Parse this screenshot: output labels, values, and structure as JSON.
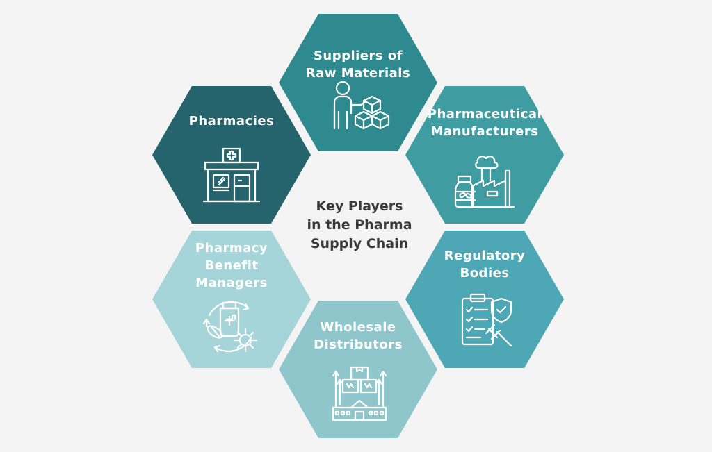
{
  "title_lines": [
    "Key Players",
    "in the Pharma",
    "Supply Chain"
  ],
  "colors": {
    "background": "#f4f4f4",
    "title_text": "#3a3a3a",
    "label_text": "#ffffff",
    "icon_stroke": "#ffffff",
    "suppliers": "#2e8a8f",
    "manufacturers": "#3f9da2",
    "regulatory": "#4ea7b5",
    "wholesale": "#8ec6cc",
    "pbm": "#a6d5d9",
    "pharmacies": "#25646d"
  },
  "nodes": [
    {
      "id": "suppliers",
      "label_lines": [
        "Suppliers of",
        "Raw Materials"
      ],
      "icon": "person-with-boxes-icon",
      "color": "#2e8a8f"
    },
    {
      "id": "manufacturers",
      "label_lines": [
        "Pharmaceutical",
        "Manufacturers"
      ],
      "icon": "factory-medicine-icon",
      "color": "#3f9da2"
    },
    {
      "id": "regulatory",
      "label_lines": [
        "Regulatory",
        "Bodies"
      ],
      "icon": "checklist-gavel-shield-icon",
      "color": "#4ea7b5"
    },
    {
      "id": "wholesale",
      "label_lines": [
        "Wholesale",
        "Distributors"
      ],
      "icon": "warehouse-boxes-icon",
      "color": "#8ec6cc"
    },
    {
      "id": "pbm",
      "label_lines": [
        "Pharmacy",
        "Benefit",
        "Managers"
      ],
      "icon": "medicine-cycle-gear-icon",
      "color": "#a6d5d9"
    },
    {
      "id": "pharmacies",
      "label_lines": [
        "Pharmacies"
      ],
      "icon": "pharmacy-store-icon",
      "color": "#25646d"
    }
  ]
}
